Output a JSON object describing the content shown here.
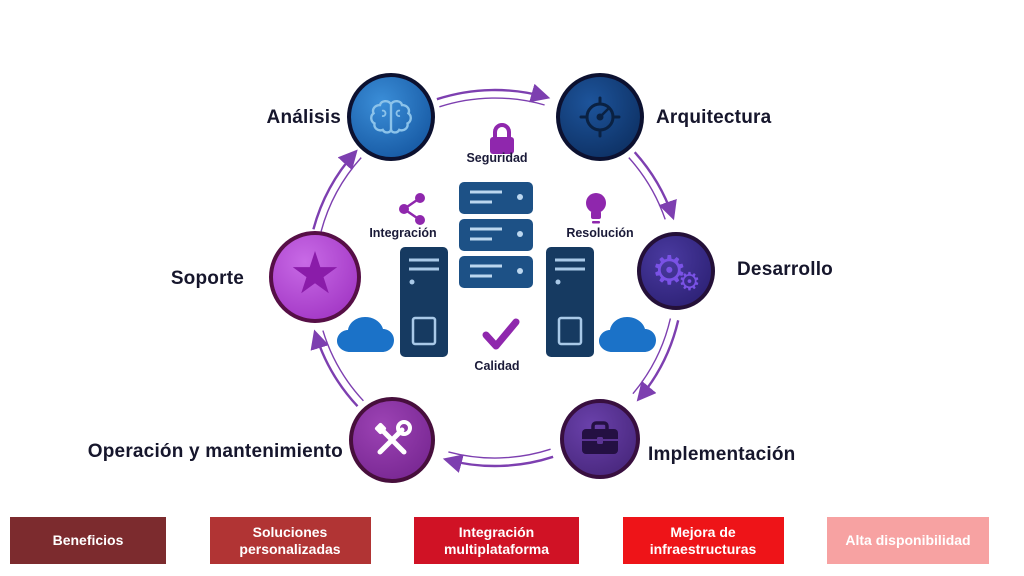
{
  "diagram": {
    "cycle_nodes": [
      {
        "label": "Análisis",
        "icon": "brain-icon"
      },
      {
        "label": "Arquitectura",
        "icon": "compass-icon"
      },
      {
        "label": "Desarrollo",
        "icon": "gear-icon",
        "glyph": "⚙"
      },
      {
        "label": "Implementación",
        "icon": "toolbox-icon"
      },
      {
        "label": "Operación y mantenimiento",
        "icon": "crossed-tools-icon"
      },
      {
        "label": "Soporte",
        "icon": "star-icon",
        "glyph": "★"
      }
    ],
    "center_features": [
      {
        "label": "Seguridad",
        "icon": "lock-icon"
      },
      {
        "label": "Integración",
        "icon": "share-icon"
      },
      {
        "label": "Resolución",
        "icon": "lightbulb-icon"
      },
      {
        "label": "Calidad",
        "icon": "check-icon"
      }
    ],
    "center_graphics": [
      "server-rack-icon",
      "server-tower-icon",
      "cloud-icon"
    ],
    "flow_direction": "clockwise"
  },
  "bottom_badges": [
    {
      "label": "Beneficios",
      "bg": "#7c2b2e"
    },
    {
      "label": "Soluciones personalizadas",
      "bg": "#b13434"
    },
    {
      "label": "Integración multiplataforma",
      "bg": "#d01225"
    },
    {
      "label": "Mejora de infraestructuras",
      "bg": "#ee1418"
    },
    {
      "label": "Alta disponibilidad",
      "bg": "#f7a2a2"
    }
  ],
  "colors": {
    "arrow_purple": "#7d3fb0",
    "feature_purple": "#8f27ad",
    "server_navy": "#17406e",
    "cloud_blue": "#1b72c8",
    "label_text": "#16162c",
    "badge_text": "#ffffff",
    "node_analisis": "#1e6ab2",
    "node_arquitectura": "#133c78",
    "node_desarrollo": "#372c84",
    "node_implementacion": "#5a3494",
    "node_operacion": "#8c35a4",
    "node_soporte": "#b750d8"
  }
}
